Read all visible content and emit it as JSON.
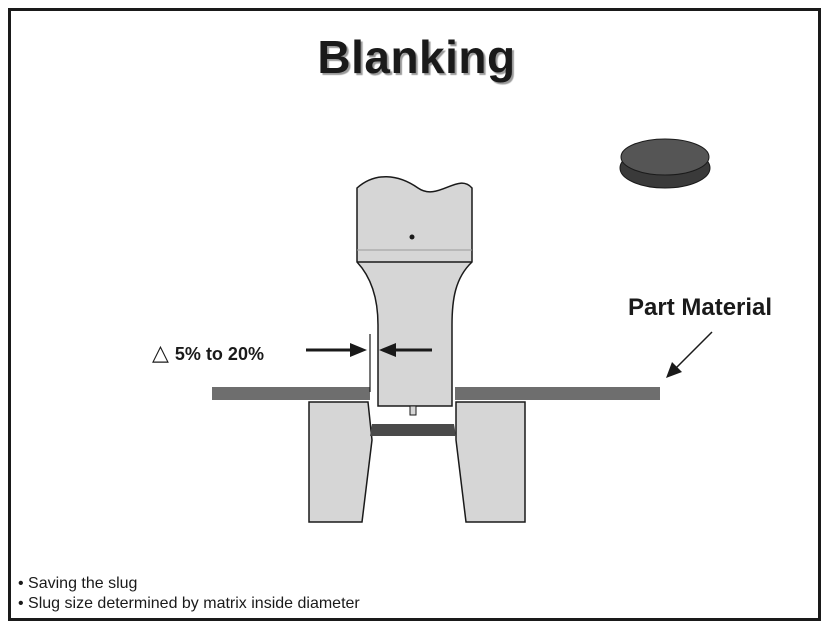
{
  "title": "Blanking",
  "labels": {
    "part_material": "Part Material",
    "clearance_symbol": "△",
    "clearance_range": "5% to 20%"
  },
  "notes": [
    "• Saving the slug",
    "• Slug size determined by matrix inside diameter"
  ],
  "colors": {
    "tool_fill": "#d6d6d6",
    "outline": "#1a1a1a",
    "sheet": "#6e6e6e",
    "slug": "#4a4a4a"
  }
}
